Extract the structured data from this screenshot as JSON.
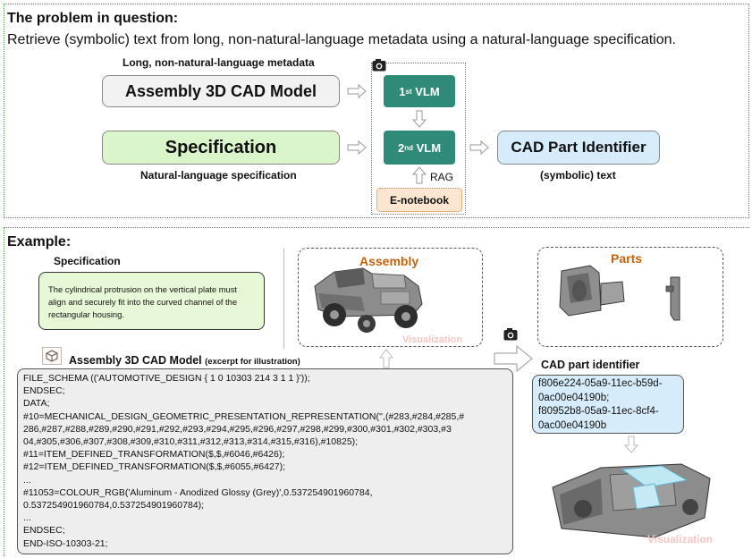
{
  "top": {
    "heading": "The problem in question:",
    "description": "Retrieve (symbolic) text from long, non-natural-language metadata using a natural-language specification.",
    "metadata_caption": "Long, non-natural-language metadata",
    "assembly_box": "Assembly 3D CAD Model",
    "spec_box": "Specification",
    "spec_caption": "Natural-language specification",
    "vlm1_num": "1",
    "vlm1_sup": "st",
    "vlm1_rest": " VLM",
    "vlm2_num": "2",
    "vlm2_sup": "nd",
    "vlm2_rest": " VLM",
    "rag_label": "RAG",
    "notebook_label": "E-notebook",
    "output_box": "CAD Part Identifier",
    "output_caption": "(symbolic) text"
  },
  "example": {
    "heading": "Example:",
    "spec_title": "Specification",
    "spec_text": "The cylindrical protrusion on the vertical plate must align and securely fit into the curved channel of the rectangular housing.",
    "assembly_label": "Assembly",
    "visualization_label_1": "Visualization",
    "parts_label": "Parts",
    "model_title": "Assembly 3D CAD Model",
    "model_note": "(excerpt for illustration)",
    "code_lines": [
      "FILE_SCHEMA (('AUTOMOTIVE_DESIGN { 1 0 10303 214 3 1 1 }'));",
      "ENDSEC;",
      "",
      "DATA;",
      "#10=MECHANICAL_DESIGN_GEOMETRIC_PRESENTATION_REPRESENTATION('',(#283,#284,#285,#",
      "286,#287,#288,#289,#290,#291,#292,#293,#294,#295,#296,#297,#298,#299,#300,#301,#302,#303,#3",
      "04,#305,#306,#307,#308,#309,#310,#311,#312,#313,#314,#315,#316),#10825);",
      "#11=ITEM_DEFINED_TRANSFORMATION($,$,#6046,#6426);",
      "#12=ITEM_DEFINED_TRANSFORMATION($,$,#6055,#6427);",
      "...",
      "#11053=COLOUR_RGB('Aluminum - Anodized Glossy (Grey)',0.537254901960784,",
      "0.537254901960784,0.537254901960784);",
      "...",
      "ENDSEC;",
      "END-ISO-10303-21;"
    ],
    "identifier_title": "CAD part identifier",
    "identifier_text": "f806e224-05a9-11ec-b59d-0ac00e04190b;\nf80952b8-05a9-11ec-8cf4-0ac00e04190b",
    "visualization_label_2": "Visualization"
  },
  "colors": {
    "vlm": "#2f8a78",
    "assembly_box": "#f2f2f2",
    "spec_box": "#d9f5c9",
    "output_box": "#d6ecfa",
    "notebook": "#fce6d2",
    "accent_orange": "#c8620a",
    "visualization_pink": "#f5c6c6"
  }
}
